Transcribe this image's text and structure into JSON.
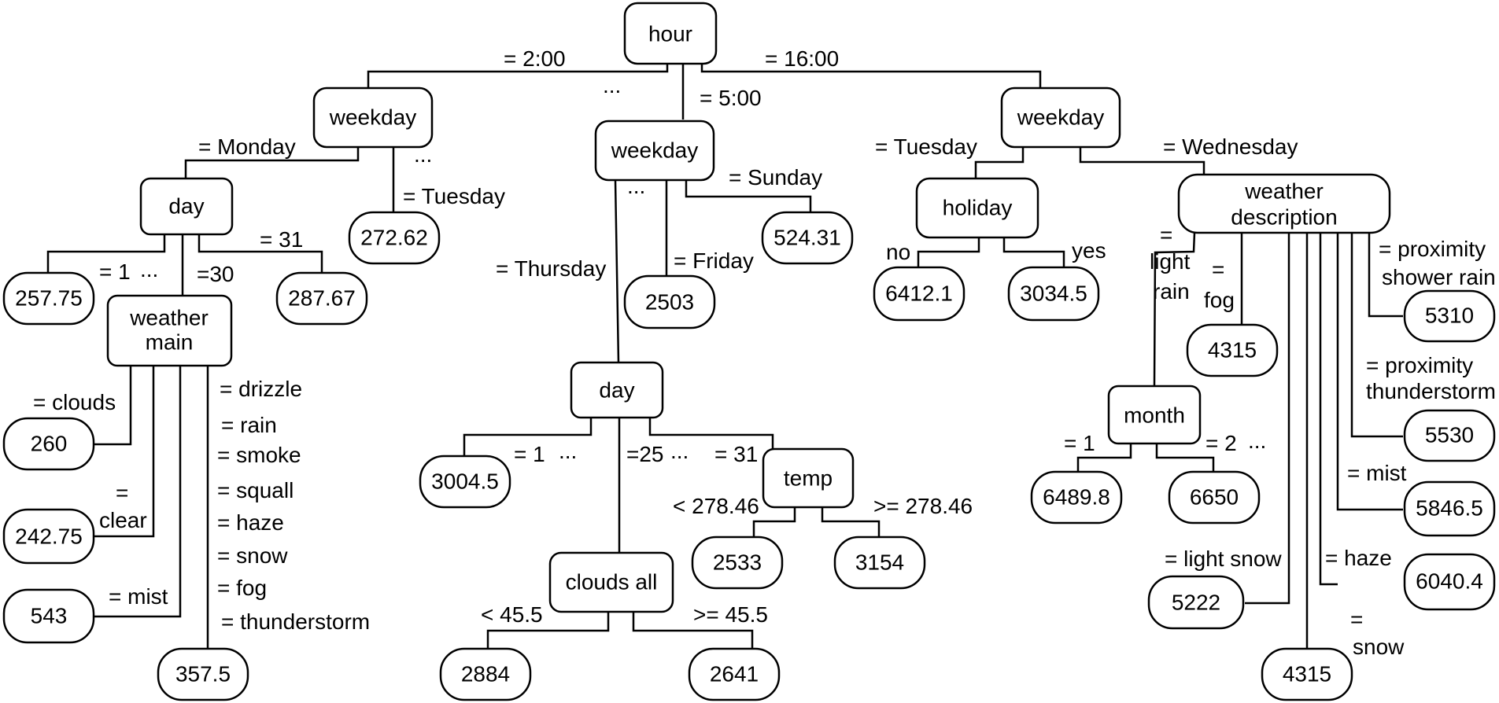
{
  "nodes": {
    "hour": "hour",
    "wd_left": "weekday",
    "wd_mid": "weekday",
    "wd_right": "weekday",
    "day_left": "day",
    "weather_main_1": "weather",
    "weather_main_2": "main",
    "holiday": "holiday",
    "weather_desc_1": "weather",
    "weather_desc_2": "description",
    "day_mid": "day",
    "temp": "temp",
    "clouds_all": "clouds all",
    "month": "month",
    "leaf_257": "257.75",
    "leaf_287": "287.67",
    "leaf_272": "272.62",
    "leaf_260": "260",
    "leaf_242": "242.75",
    "leaf_543": "543",
    "leaf_357": "357.5",
    "leaf_2503": "2503",
    "leaf_524": "524.31",
    "leaf_3004": "3004.5",
    "leaf_2533": "2533",
    "leaf_3154": "3154",
    "leaf_2884": "2884",
    "leaf_2641": "2641",
    "leaf_6412": "6412.1",
    "leaf_3034": "3034.5",
    "leaf_4315a": "4315",
    "leaf_6489": "6489.8",
    "leaf_6650": "6650",
    "leaf_5222": "5222",
    "leaf_4315b": "4315",
    "leaf_5310": "5310",
    "leaf_5530": "5530",
    "leaf_5846": "5846.5",
    "leaf_6040": "6040.4"
  },
  "edge_labels": {
    "e_200": "= 2:00",
    "e_1600": "= 16:00",
    "e_500": "= 5:00",
    "dots_hour": "...",
    "e_monday": "= Monday",
    "dots_wdl": "...",
    "e_tuesday_l": "= Tuesday",
    "e_d1": "= 1",
    "dots_d": "...",
    "e_d30": "=30",
    "e_d31": "= 31",
    "e_clouds": "= clouds",
    "e_clear_1": "=",
    "e_clear_2": "clear",
    "e_mist_l": "= mist",
    "e_drizzle": "= drizzle",
    "e_rain": "= rain",
    "e_smoke": "= smoke",
    "e_squall": "= squall",
    "e_haze_l": "= haze",
    "e_snow_l": "= snow",
    "e_fog_l": "=  fog",
    "e_thunder": "=  thunderstorm",
    "e_sunday": "= Sunday",
    "dots_wdm": "...",
    "e_friday": "= Friday",
    "e_thursday": "= Thursday",
    "e_md1": "= 1",
    "dots_md1": "...",
    "e_md25": "=25",
    "dots_md2": "...",
    "e_md31": "= 31",
    "e_temp_lt": "< 278.46",
    "e_temp_ge": ">= 278.46",
    "e_cloud_lt": "< 45.5",
    "e_cloud_ge": ">= 45.5",
    "e_tuesday_r": "= Tuesday",
    "e_wednesday": "= Wednesday",
    "e_no": "no",
    "e_yes": "yes",
    "e_light_rain_1": "=",
    "e_light_rain_2": "light",
    "e_light_rain_3": "rain",
    "e_fog_r_1": "=",
    "e_fog_r_2": "fog",
    "e_prox_shower_1": "= proximity",
    "e_prox_shower_2": "shower rain",
    "e_prox_thunder_1": "= proximity",
    "e_prox_thunder_2": "thunderstorm",
    "e_mist_r": "= mist",
    "e_haze_r": "= haze",
    "e_snow_r_1": "=",
    "e_snow_r_2": "snow",
    "e_light_snow": "= light snow",
    "e_m1": "= 1",
    "e_m2": "= 2",
    "dots_m": "..."
  }
}
